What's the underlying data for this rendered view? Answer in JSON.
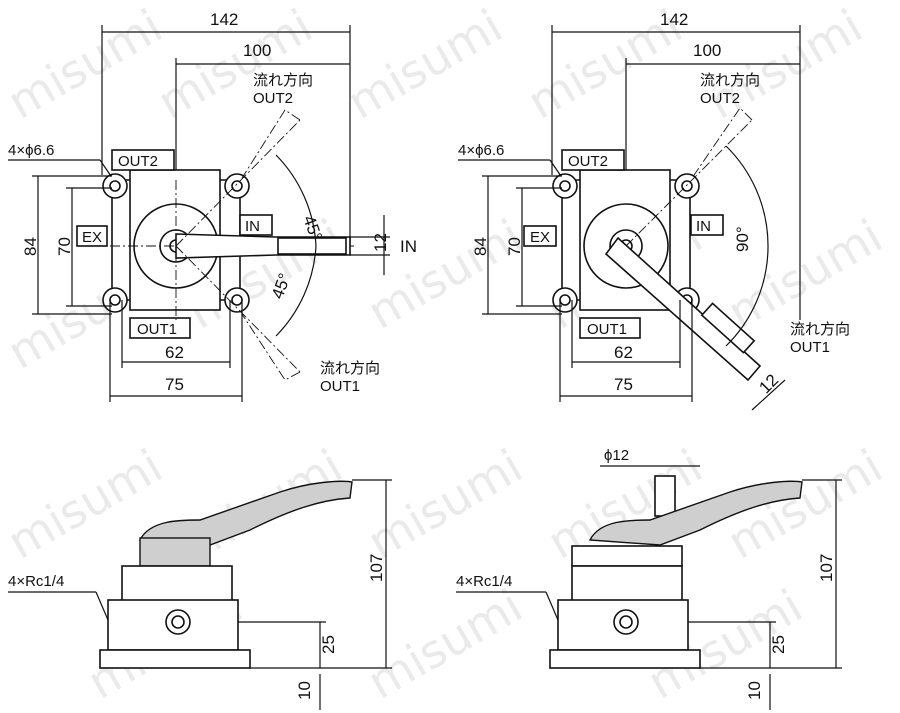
{
  "watermark": "misumi",
  "views": {
    "top_left": {
      "dim_width_total": "142",
      "dim_width_inner": "100",
      "flow_label_top": "流れ方向",
      "flow_label_top_port": "OUT2",
      "flow_label_bottom": "流れ方向",
      "flow_label_bottom_port": "OUT1",
      "hole_label": "4×ϕ6.6",
      "port_out2": "OUT2",
      "port_out1": "OUT1",
      "port_ex": "EX",
      "port_in": "IN",
      "in_label": "IN",
      "dim_84": "84",
      "dim_70": "70",
      "dim_62": "62",
      "dim_75": "75",
      "dim_12": "12",
      "angle_top": "45°",
      "angle_bottom": "45°"
    },
    "top_right": {
      "dim_width_total": "142",
      "dim_width_inner": "100",
      "flow_label_top": "流れ方向",
      "flow_label_top_port": "OUT2",
      "flow_label_right": "流れ方向",
      "flow_label_right_port": "OUT1",
      "hole_label": "4×ϕ6.6",
      "port_out2": "OUT2",
      "port_out1": "OUT1",
      "port_ex": "EX",
      "port_in": "IN",
      "dim_84": "84",
      "dim_70": "70",
      "dim_62": "62",
      "dim_75": "75",
      "dim_12": "12",
      "angle": "90°"
    },
    "bottom_left": {
      "thread_label": "4×Rc1/4",
      "dim_107": "107",
      "dim_25": "25",
      "dim_10": "10"
    },
    "bottom_right": {
      "phi_label": "ϕ12",
      "thread_label": "4×Rc1/4",
      "dim_107": "107",
      "dim_25": "25",
      "dim_10": "10"
    }
  }
}
